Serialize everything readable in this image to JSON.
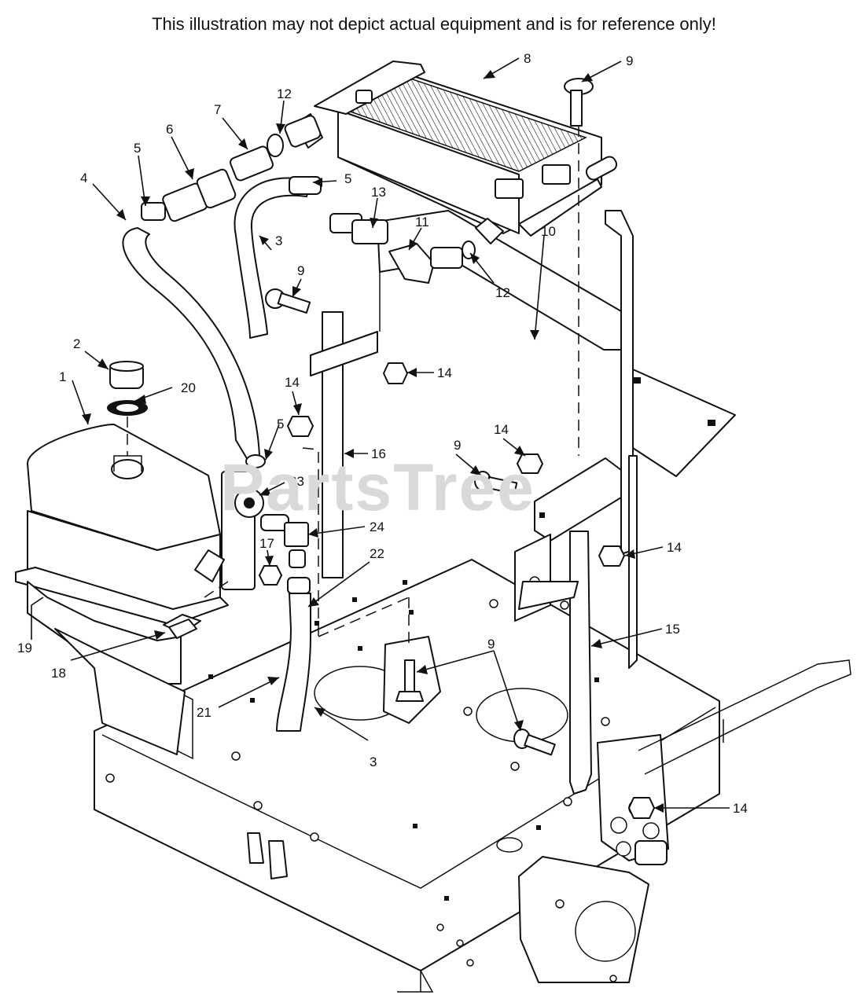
{
  "disclaimer": "This illustration may not depict actual equipment and is for reference only!",
  "watermark": "PartsTree",
  "callouts": {
    "c1": "1",
    "c2": "2",
    "c3a": "3",
    "c3b": "3",
    "c4": "4",
    "c5a": "5",
    "c5b": "5",
    "c5c": "5",
    "c6": "6",
    "c7": "7",
    "c8": "8",
    "c9a": "9",
    "c9b": "9",
    "c9c": "9",
    "c9d": "9",
    "c10": "10",
    "c11": "11",
    "c12a": "12",
    "c12b": "12",
    "c13": "13",
    "c14a": "14",
    "c14b": "14",
    "c14c": "14",
    "c14d": "14",
    "c14e": "14",
    "c15": "15",
    "c16": "16",
    "c17": "17",
    "c18": "18",
    "c19": "19",
    "c20": "20",
    "c21": "21",
    "c22": "22",
    "c23": "23",
    "c24": "24"
  }
}
